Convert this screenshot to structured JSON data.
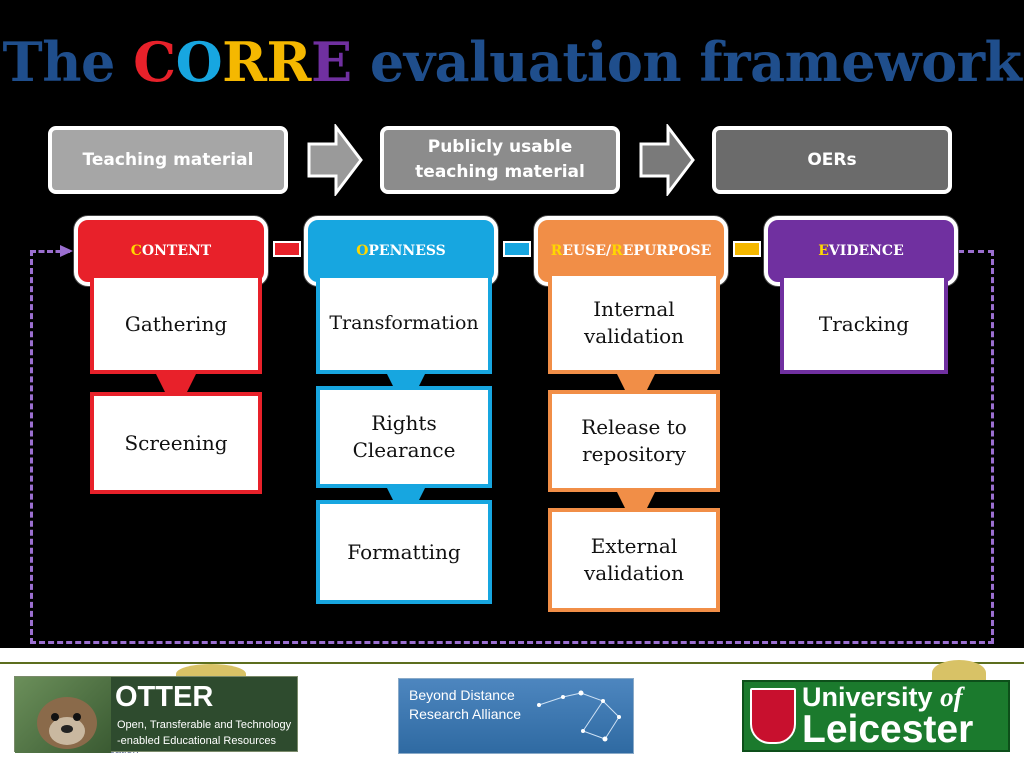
{
  "title": {
    "prefix": "The ",
    "letters": [
      {
        "char": "C",
        "color": "#e8212a"
      },
      {
        "char": "O",
        "color": "#17a6e0"
      },
      {
        "char": "R",
        "color": "#f5b800"
      },
      {
        "char": "R",
        "color": "#f5b800"
      },
      {
        "char": "E",
        "color": "#7030a0"
      }
    ],
    "suffix": " evaluation framework",
    "color": "#1f4e8c"
  },
  "pipeline": {
    "stages": [
      {
        "label": "Teaching material",
        "color": "#a6a6a6"
      },
      {
        "label": "Publicly usable\nteaching material",
        "color": "#8c8c8c"
      },
      {
        "label": "OERs",
        "color": "#6b6b6b"
      }
    ]
  },
  "phases": [
    {
      "lead": "C",
      "rest": "ONTENT",
      "lead_color": "#ffd700",
      "color": "#e8212a"
    },
    {
      "lead": "O",
      "rest": "PENNESS",
      "lead_color": "#ffd700",
      "color": "#17a6e0"
    },
    {
      "lead": "R",
      "rest": "EUSE/",
      "lead2": "R",
      "rest2": "EPURPOSE",
      "lead_color": "#ffd700",
      "color": "#f18e47"
    },
    {
      "lead": "E",
      "rest": "VIDENCE",
      "lead_color": "#ffd700",
      "color": "#7030a0"
    }
  ],
  "steps": {
    "content": [
      "Gathering",
      "Screening"
    ],
    "openness": [
      "Transformation",
      "Rights\nClearance",
      "Formatting"
    ],
    "reuse": [
      "Internal\nvalidation",
      "Release to\nrepository",
      "External\nvalidation"
    ],
    "evidence": [
      "Tracking"
    ]
  },
  "footer": {
    "otter": {
      "title": "OTTER",
      "line1": "Open, Transferable and Technology",
      "line2": "-enabled Educational Resources",
      "behind": "for Distance Education"
    },
    "bdra": {
      "line1": "Beyond Distance",
      "line2": "Research Alliance"
    },
    "uol": {
      "line1_a": "University ",
      "line1_b": "of",
      "line2": "Leicester"
    }
  }
}
